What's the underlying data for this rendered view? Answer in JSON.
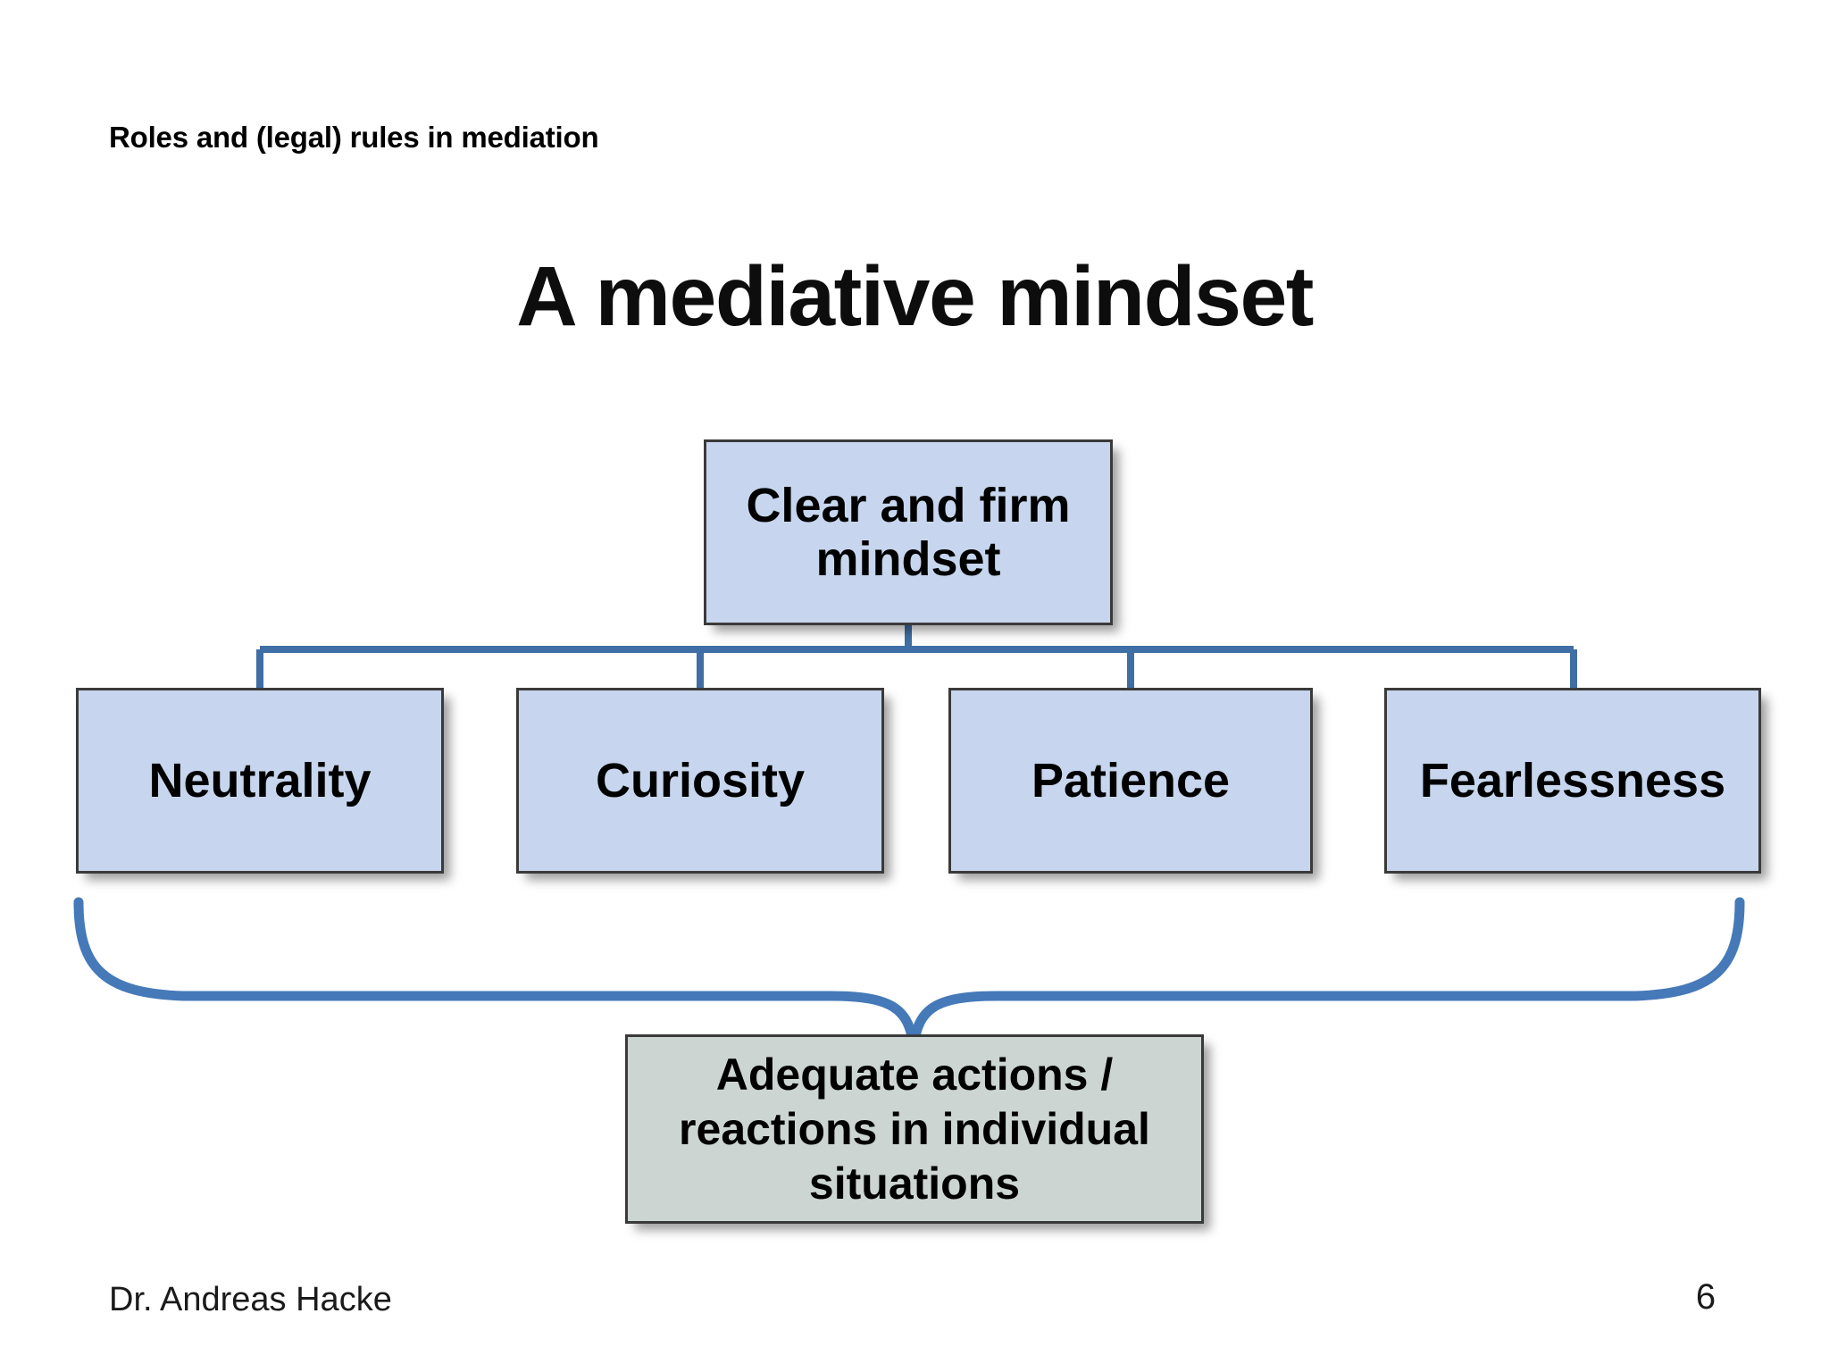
{
  "slide": {
    "header": "Roles and (legal) rules in mediation",
    "title": "A mediative mindset",
    "footer": {
      "author": "Dr. Andreas Hacke",
      "page_number": "6"
    }
  },
  "diagram": {
    "root": {
      "label": "Clear and firm\nmindset",
      "fill": "#c7d6ee",
      "border": "#3a3a3a"
    },
    "traits": [
      {
        "label": "Neutrality",
        "fill": "#c7d6ee",
        "border": "#3a3a3a"
      },
      {
        "label": "Curiosity",
        "fill": "#c7d6ee",
        "border": "#3a3a3a"
      },
      {
        "label": "Patience",
        "fill": "#c7d6ee",
        "border": "#3a3a3a"
      },
      {
        "label": "Fearlessness",
        "fill": "#c7d6ee",
        "border": "#3a3a3a"
      }
    ],
    "outcome": {
      "label": "Adequate  actions /\nreactions in individual\nsituations",
      "fill": "#ccd5d2",
      "border": "#3a3a3a"
    },
    "connector_color": "#3f6fa4",
    "brace_color": "#4579b8"
  }
}
